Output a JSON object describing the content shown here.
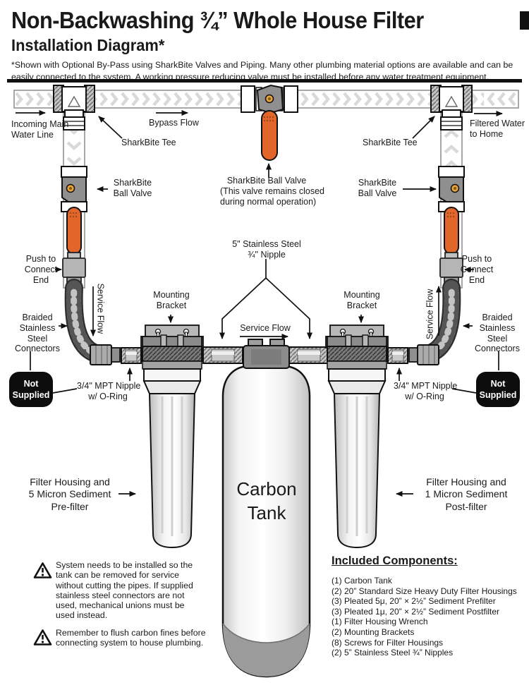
{
  "header": {
    "title": "Non-Backwashing ¾” Whole House Filter",
    "subtitle": "Installation Diagram*",
    "note": "*Shown with Optional By-Pass using SharkBite Valves and Piping. Many other plumbing material options are available and can be\neasily connected to the system. A working pressure reducing valve must be installed before any water treatment equipment."
  },
  "labels": {
    "incoming": "Incoming Main\nWater Line",
    "bypass_flow": "Bypass Flow",
    "tee_left": "SharkBite Tee",
    "tee_right": "SharkBite Tee",
    "filtered_water": "Filtered Water\nto Home",
    "ball_valve_left": "SharkBite\nBall Valve",
    "ball_valve_center": "SharkBite Ball Valve\n(This valve remains closed\nduring normal operation)",
    "ball_valve_right": "SharkBite\nBall Valve",
    "push_connect_left": "Push to\nConnect\nEnd",
    "push_connect_right": "Push to\nConnect\nEnd",
    "service_flow_left": "Service Flow",
    "service_flow_center": "Service Flow",
    "service_flow_right": "Service Flow",
    "steel_nipple": "5\" Stainless Steel\n¾\" Nipple",
    "bracket_left": "Mounting\nBracket",
    "bracket_right": "Mounting\nBracket",
    "braided_left": "Braided\nStainless\nSteel\nConnectors",
    "braided_right": "Braided\nStainless\nSteel\nConnectors",
    "not_supplied_left": "Not\nSupplied",
    "not_supplied_right": "Not\nSupplied",
    "mpt_left": "3/4\" MPT Nipple\nw/ O-Ring",
    "mpt_right": "3/4\" MPT Nipple\nw/ O-Ring",
    "prefilter": "Filter Housing and\n5 Micron Sediment\nPre-filter",
    "postfilter": "Filter Housing and\n1 Micron Sediment\nPost-filter",
    "carbon_tank": "Carbon\nTank"
  },
  "warnings": [
    {
      "text": "System needs to be installed so the\ntank can be removed for service\nwithout cutting the pipes. If supplied\nstainless steel connectors are not\nused, mechanical unions must be\nused instead."
    },
    {
      "text": "Remember to flush carbon fines before\nconnecting system to house plumbing."
    }
  ],
  "included": {
    "title": "Included Components:",
    "items": [
      "(1) Carbon Tank",
      "(2) 20” Standard Size Heavy Duty Filter Housings",
      "(3) Pleated 5μ, 20” × 2½” Sediment Prefilter",
      "(3) Pleated 1μ, 20” × 2½” Sediment Postfilter",
      "(1) Filter Housing Wrench",
      "(2) Mounting Brackets",
      "(8) Screws for Filter Housings",
      "(2) 5” Stainless Steel ¾” Nipples"
    ]
  },
  "colors": {
    "handle_orange": "#e2662a",
    "valve_stem_yellow": "#e8a33c",
    "badge_black": "#0d0d0d",
    "pipe_chevron_gray": "#d9d9d9"
  }
}
